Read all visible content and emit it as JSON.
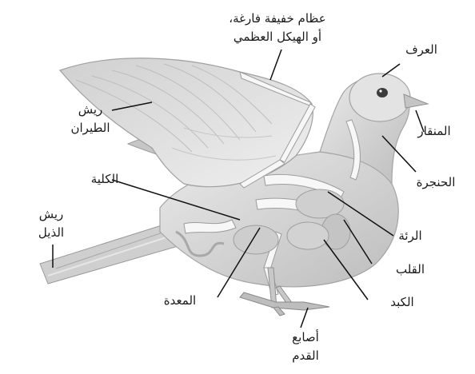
{
  "labels": {
    "bones": [
      "عظام خفيفة فارغة،",
      "أو الهيكل العظمي"
    ],
    "comb": "العرف",
    "flight_feathers": [
      "ريش",
      "الطيران"
    ],
    "beak": "المنقار",
    "larynx": "الحنجرة",
    "kidney": "الكلية",
    "tail_feathers": [
      "ريش",
      "الذيل"
    ],
    "lung": "الرئة",
    "heart": "القلب",
    "stomach": "المعدة",
    "liver": "الكبد",
    "toes": [
      "أصابع",
      "القدم"
    ]
  },
  "colors": {
    "background": "#ffffff",
    "body": "#dcdcdc",
    "body_dark": "#b9b9b9",
    "skeleton": "#f4f4f4",
    "organ": "#c9c9c9",
    "leader": "#111111",
    "text": "#1a1a1a"
  }
}
